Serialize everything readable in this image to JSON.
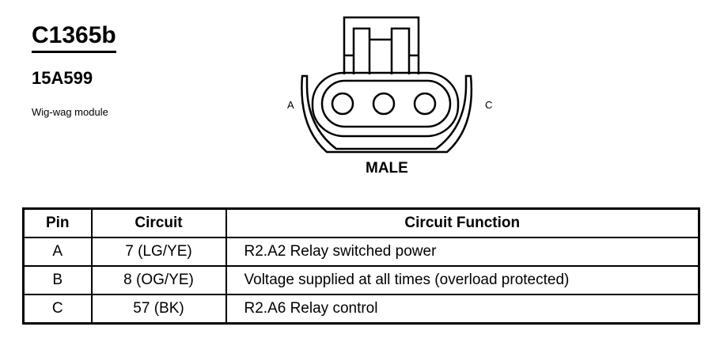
{
  "header": {
    "connector_id": "C1365b",
    "part_number": "15A599",
    "description": "Wig-wag module"
  },
  "diagram": {
    "left_label": "A",
    "right_label": "C",
    "gender": "MALE",
    "pin_count": 3
  },
  "table": {
    "headers": [
      "Pin",
      "Circuit",
      "Circuit Function"
    ],
    "rows": [
      {
        "pin": "A",
        "circuit": "7 (LG/YE)",
        "function": "R2.A2 Relay switched power"
      },
      {
        "pin": "B",
        "circuit": "8 (OG/YE)",
        "function": "Voltage supplied at all times (overload protected)"
      },
      {
        "pin": "C",
        "circuit": "57 (BK)",
        "function": "R2.A6 Relay control"
      }
    ]
  }
}
